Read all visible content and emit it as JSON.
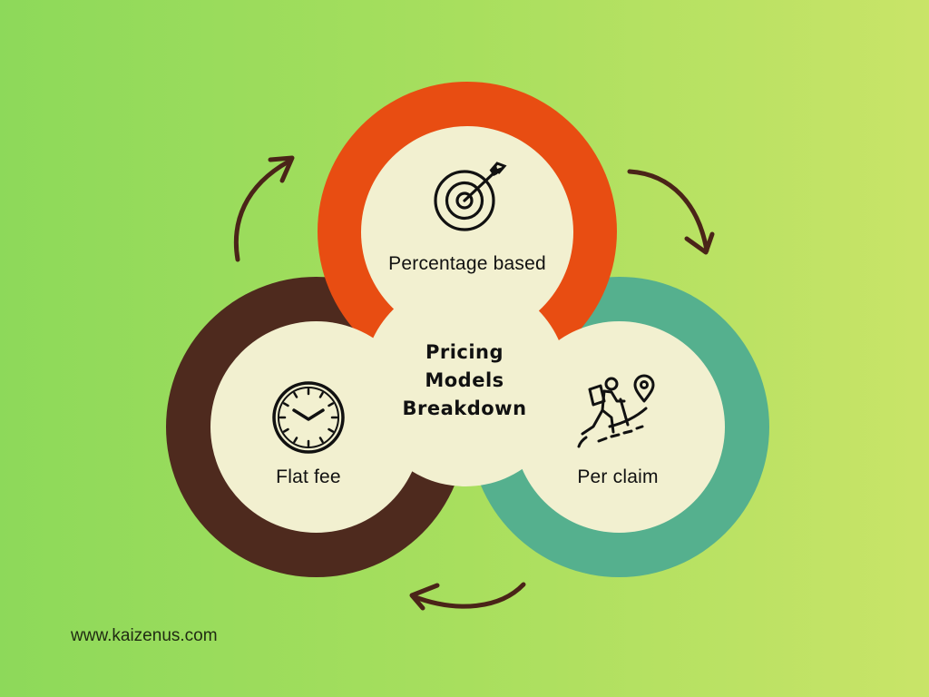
{
  "title": {
    "line1": "Pricing",
    "line2": "Models",
    "line3": "Breakdown"
  },
  "models": [
    {
      "label": "Percentage based",
      "icon": "target-icon",
      "ring_color": "#e84d12"
    },
    {
      "label": "Flat fee",
      "icon": "clock-icon",
      "ring_color": "#4e2a1e"
    },
    {
      "label": "Per claim",
      "icon": "hiker-icon",
      "ring_color": "#55b08e"
    }
  ],
  "colors": {
    "background_left": "#8dd95a",
    "background_right": "#c9e468",
    "cream": "#f2f0d0",
    "arrow": "#4a2418",
    "text": "#111111"
  },
  "arrows": [
    "cycle-arrow-top-left",
    "cycle-arrow-top-right",
    "cycle-arrow-bottom"
  ],
  "footer": {
    "website": "www.kaizenus.com"
  }
}
